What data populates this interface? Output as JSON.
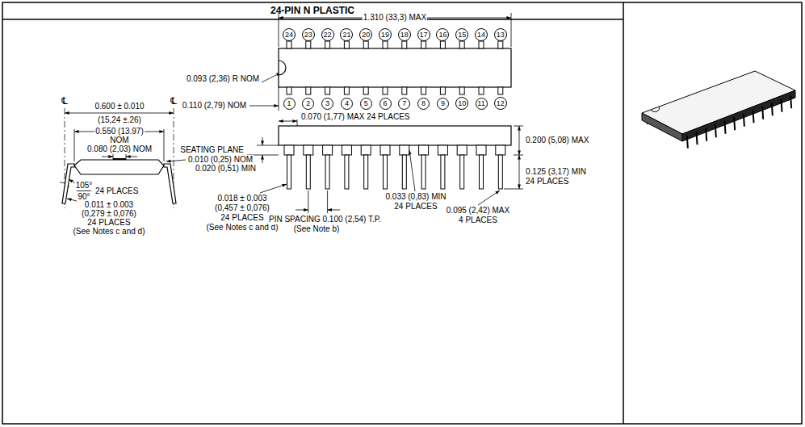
{
  "diagram": {
    "title": "24-PIN N PLASTIC",
    "nodes": [
      {
        "text": [
          "24"
        ]
      },
      {
        "text": [
          "23"
        ]
      },
      {
        "text": [
          "22"
        ]
      },
      {
        "text": [
          "21"
        ]
      },
      {
        "text": [
          "20"
        ]
      },
      {
        "text": [
          "19"
        ]
      },
      {
        "text": [
          "18"
        ]
      },
      {
        "text": [
          "17"
        ]
      },
      {
        "text": [
          "16"
        ]
      },
      {
        "text": [
          "15"
        ]
      },
      {
        "text": [
          "14"
        ]
      },
      {
        "text": [
          "13"
        ]
      },
      {
        "text": [
          "1"
        ]
      },
      {
        "text": [
          "2"
        ]
      },
      {
        "text": [
          "3"
        ]
      },
      {
        "text": [
          "4"
        ]
      },
      {
        "text": [
          "5"
        ]
      },
      {
        "text": [
          "6"
        ]
      },
      {
        "text": [
          "7"
        ]
      },
      {
        "text": [
          "8"
        ]
      },
      {
        "text": [
          "9"
        ]
      },
      {
        "text": [
          "10"
        ]
      },
      {
        "text": [
          "11"
        ]
      },
      {
        "text": [
          "12"
        ]
      }
    ],
    "labels": [
      "1.310 (33,3) MAX",
      "0.093 (2,36) R NOM",
      "0.110 (2,79) NOM",
      "℄",
      "℄",
      "0.600 ± 0.010",
      "(15,24 ±.26)",
      "0.550 (13.97)",
      "NOM",
      "0.080 (2,03) NOM",
      "0.010 (0,25) NOM",
      "105°",
      "90°",
      "24 PLACES",
      "0.011 ± 0.003",
      "(0,279 ± 0,076)",
      "24 PLACES",
      "(See Notes c and d)",
      "0.070 (1,77) MAX 24 PLACES",
      "SEATING PLANE",
      "0.020 (0,51) MIN",
      "0.200 (5,08) MAX",
      "0.125 (3,17) MIN",
      "24 PLACES",
      "0.033 (0,83) MIN",
      "24 PLACES",
      "0.095 (2,42) MAX",
      "4 PLACES",
      "0.018 ± 0.003",
      "(0,457 ± 0,076)",
      "24 PLACES",
      "(See Notes c and d)",
      "PIN SPACING 0.100 (2,54) T.P.",
      "(See Note b)"
    ]
  }
}
